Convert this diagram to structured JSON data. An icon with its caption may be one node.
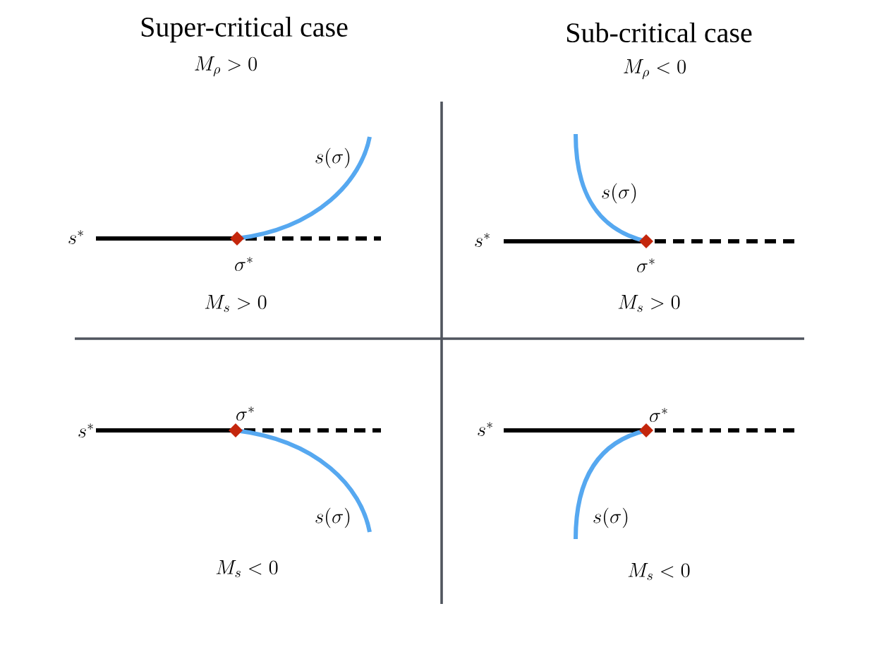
{
  "diagram": {
    "labels": [
      "Super-critical case",
      "Sub-critical case",
      "M_\\rho > 0",
      "M_\\rho < 0",
      "s(\\sigma)",
      "s^*",
      "\\sigma^*",
      "M_s > 0",
      "s(\\sigma)",
      "s^*",
      "\\sigma^*",
      "M_s > 0",
      "\\sigma^*",
      "s^*",
      "s(\\sigma)",
      "M_s < 0",
      "\\sigma^*",
      "s^*",
      "s(\\sigma)",
      "M_s < 0"
    ]
  }
}
